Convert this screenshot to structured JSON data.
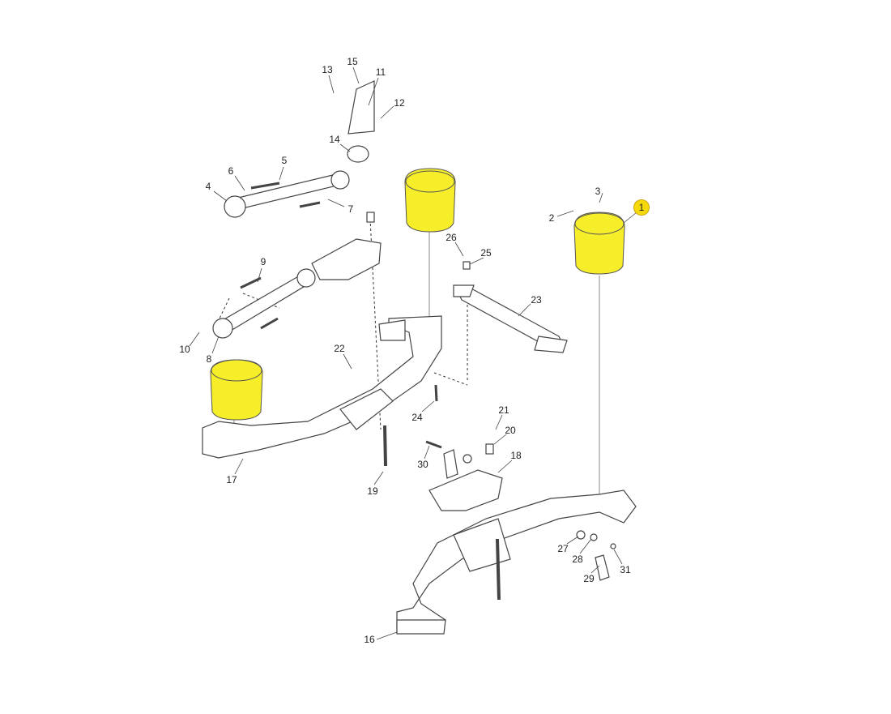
{
  "diagram": {
    "highlight_color": "#f5d90a",
    "spring_color": "#f7ee2a",
    "callouts": [
      "1",
      "2",
      "3",
      "4",
      "5",
      "6",
      "7",
      "8",
      "9",
      "10",
      "11",
      "12",
      "13",
      "14",
      "15",
      "16",
      "17",
      "18",
      "19",
      "20",
      "21",
      "22",
      "23",
      "24",
      "25",
      "26",
      "27",
      "28",
      "29",
      "30",
      "31"
    ],
    "highlighted_callout": "1"
  }
}
